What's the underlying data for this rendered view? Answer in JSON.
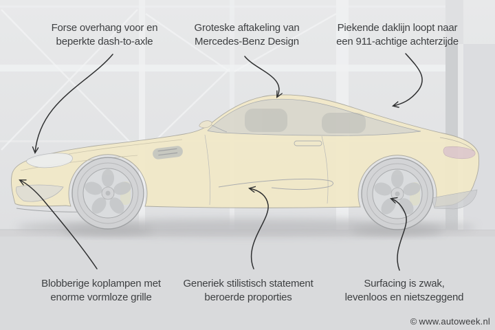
{
  "annotations": {
    "top_left": {
      "line1": "Forse overhang voor en",
      "line2": "beperkte dash-to-axle"
    },
    "top_center": {
      "line1": "Groteske aftakeling van",
      "line2": "Mercedes-Benz Design"
    },
    "top_right": {
      "line1": "Piekende daklijn loopt naar",
      "line2": "een 911-achtige achterzijde"
    },
    "bottom_left": {
      "line1": "Blobberige koplampen met",
      "line2": "enorme vormloze grille"
    },
    "bottom_center": {
      "line1": "Generiek stilistisch statement",
      "line2": "beroerde proporties"
    },
    "bottom_right": {
      "line1": "Surfacing is zwak,",
      "line2": "levenloos en nietszeggend"
    }
  },
  "watermark": {
    "symbol": "©",
    "domain": "www.autoweek.nl"
  },
  "colors": {
    "background_wall": "#e4e5e6",
    "background_floor": "#dadbdd",
    "car_body": "#f2e9c8",
    "brake_caliper": "#ece44e",
    "taillight": "#dcc3cb",
    "annotation_text": "#3d3f41",
    "arrow": "#2e2f30"
  }
}
